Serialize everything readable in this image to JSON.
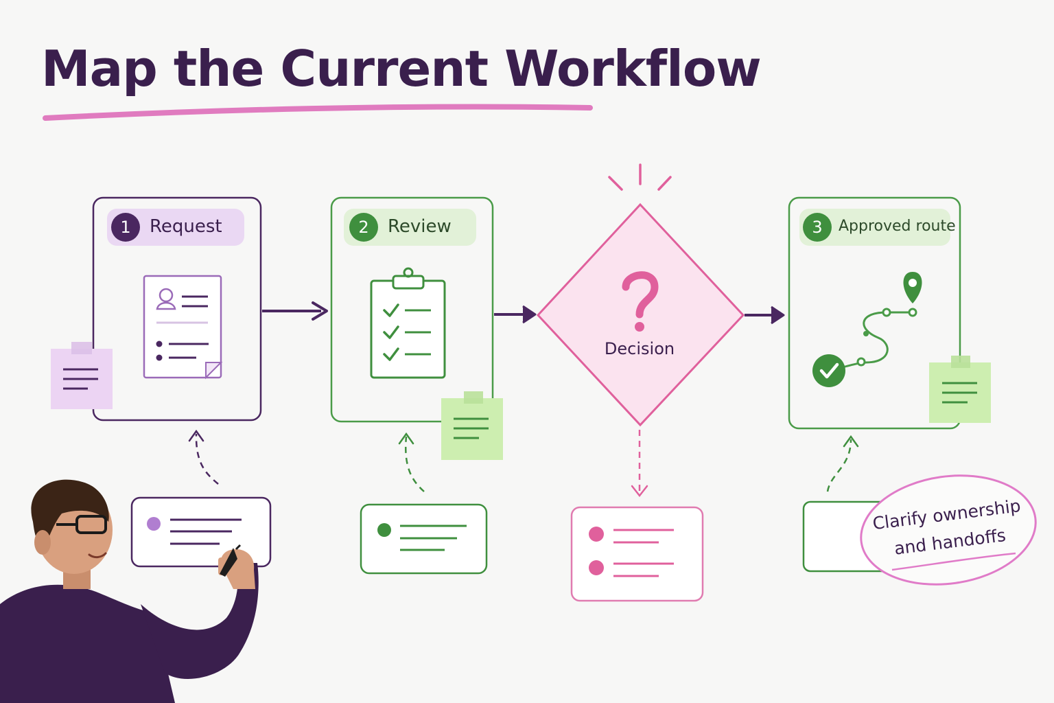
{
  "title": "Map the Current Workflow",
  "colors": {
    "purple": "#4a2760",
    "purple_light": "#ead8f3",
    "green": "#4a9b48",
    "green_light": "#e2f1d8",
    "pink": "#e0609c",
    "pink_light": "#fbe3ef"
  },
  "steps": [
    {
      "number": "1",
      "label": "Request",
      "icon": "form-document-icon"
    },
    {
      "number": "2",
      "label": "Review",
      "icon": "clipboard-checklist-icon"
    },
    {
      "number": "3",
      "label": "Approved route",
      "icon": "route-map-pin-icon"
    }
  ],
  "decision": {
    "symbol": "?",
    "label": "Decision"
  },
  "annotation": {
    "line1": "Clarify ownership",
    "line2": "and handoffs"
  }
}
